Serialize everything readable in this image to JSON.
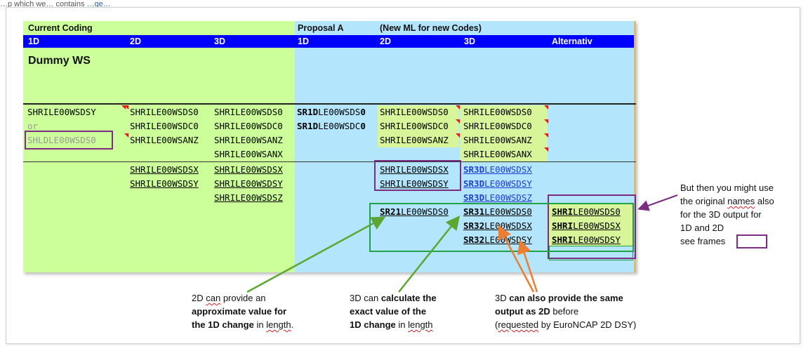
{
  "top_caption": {
    "prefix": "…p which we… contains ",
    "link": "…ge…"
  },
  "headers": {
    "current_coding": "Current Coding",
    "proposal_a": "Proposal A",
    "new_ml": "(New ML for new Codes)",
    "cols": [
      "1D",
      "2D",
      "3D",
      "1D",
      "2D",
      "3D",
      "Alternativ"
    ]
  },
  "section_title": "Dummy WS",
  "rows": {
    "r1": {
      "c1": "SHRILE00WSDSY",
      "c2": "SHRILE00WSDS0",
      "c3": "SHRILE00WSDS0",
      "c4a": "SR1D",
      "c4b": "LE00WSDS",
      "c4c": "0",
      "c5": "SHRILE00WSDS0",
      "c6": "SHRILE00WSDS0"
    },
    "r2": {
      "c1": "or",
      "c2": "SHRILE00WSDC0",
      "c3": "SHRILE00WSDC0",
      "c4a": "SR1D",
      "c4b": "LE00WSDC",
      "c4c": "0",
      "c5": "SHRILE00WSDC0",
      "c6": "SHRILE00WSDC0"
    },
    "r3": {
      "c1": "SHLDLE00WSDS0",
      "c2": "SHRILE00WSANZ",
      "c3": "SHRILE00WSANZ",
      "c5": "SHRILE00WSANZ",
      "c6": "SHRILE00WSANZ"
    },
    "r4": {
      "c3": "SHRILE00WSANX",
      "c6": "SHRILE00WSANX"
    },
    "r5": {
      "c2": "SHRILE00WSDSX",
      "c3": "SHRILE00WSDSX",
      "c5": "SHRILE00WSDSX",
      "c6a": "SR3D",
      "c6b": "LE00WSDSX"
    },
    "r6": {
      "c2": "SHRILE00WSDSY",
      "c3": "SHRILE00WSDSY",
      "c5": "SHRILE00WSDSY",
      "c6a": "SR3D",
      "c6b": "LE00WSDSY"
    },
    "r7": {
      "c3": "SHRILE00WSDSZ",
      "c6a": "SR3D",
      "c6b": "LE00WSDSZ"
    },
    "r8": {
      "c5a": "SR21",
      "c5b": "LE00WSDS0",
      "c6a": "SR31",
      "c6b": "LE00WSDS0",
      "c7a": "SHRI",
      "c7b": "LE00WSDS0"
    },
    "r9": {
      "c6a": "SR32",
      "c6b": "LE00WSDSX",
      "c7a": "SHRI",
      "c7b": "LE00WSDSX"
    },
    "r10": {
      "c6a": "SR32",
      "c6b": "LE00WSDSY",
      "c7a": "SHRI",
      "c7b": "LE00WSDSY"
    }
  },
  "notes": {
    "right": {
      "l1a": "But then you might use",
      "l2a": "the original ",
      "l2b": "names",
      "l2c": " also",
      "l3": "for the 3D output for",
      "l4": "1D and 2D",
      "l5": "see frames"
    },
    "n1": {
      "l1a": "2D ",
      "l1b": "can",
      "l1c": " provide an",
      "l2": "approximate value for",
      "l3a": "the 1D change",
      "l3b": " in ",
      "l3c": "length",
      "l3d": "."
    },
    "n2": {
      "l1a": "3D can ",
      "l1b": "calculate the",
      "l2": "exact value of the",
      "l3a": "1D change",
      "l3b": " in ",
      "l3c": "length"
    },
    "n3": {
      "l1a": "3D ",
      "l1b": "can also provide the same",
      "l2a": "output as 2D",
      "l2b": " before",
      "l3a": "(",
      "l3b": "requested",
      "l3c": " by EuroNCAP 2D DSY)"
    }
  },
  "colors": {
    "green": "#ccff99",
    "blue_bg": "#b3e5fc",
    "header_blue": "#0000ff",
    "highlight": "#d9f59a",
    "purple": "#7b2c83",
    "frame_green": "#1fa345",
    "arrow_green": "#5aa832",
    "arrow_orange": "#ed7d31",
    "gold": "#f2b84b"
  }
}
